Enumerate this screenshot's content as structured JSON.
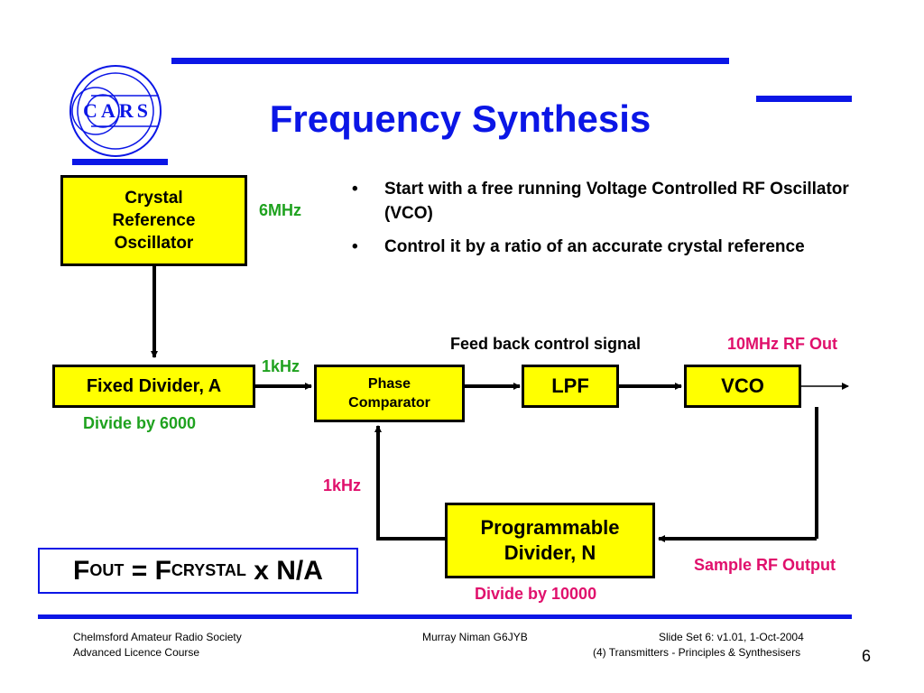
{
  "slide": {
    "title": "Frequency Synthesis",
    "logo_text": "CARS",
    "page_number": "6"
  },
  "bullets": [
    "Start with a free running Voltage Controlled RF Oscillator (VCO)",
    "Control it by a ratio of an accurate crystal reference"
  ],
  "blocks": {
    "crystal": "Crystal Reference Oscillator",
    "fixed_divider": "Fixed Divider, A",
    "phase_comparator": "Phase Comparator",
    "lpf": "LPF",
    "vco": "VCO",
    "programmable_divider": "Programmable Divider, N"
  },
  "labels": {
    "crystal_freq": "6MHz",
    "divide_a": "Divide by 6000",
    "ref_freq": "1kHz",
    "feedback_signal": "Feed back control signal",
    "rf_out": "10MHz RF Out",
    "feedback_freq": "1kHz",
    "divide_n": "Divide by 10000",
    "sample_rf": "Sample RF Output"
  },
  "formula": {
    "f": "F",
    "out": "OUT",
    "eq": "= F",
    "crystal": "CRYSTAL",
    "rest": "x N/A"
  },
  "footer": {
    "left_line1": "Chelmsford Amateur Radio Society",
    "left_line2": "Advanced Licence Course",
    "center": "Murray Niman G6JYB",
    "right_line1": "Slide Set 6:  v1.01,  1-Oct-2004",
    "right_line2": "(4) Transmitters - Principles & Synthesisers"
  },
  "colors": {
    "accent": "#0b16e6",
    "block_fill": "#ffff00",
    "green_label": "#1fa21f",
    "pink_label": "#e0106c"
  }
}
